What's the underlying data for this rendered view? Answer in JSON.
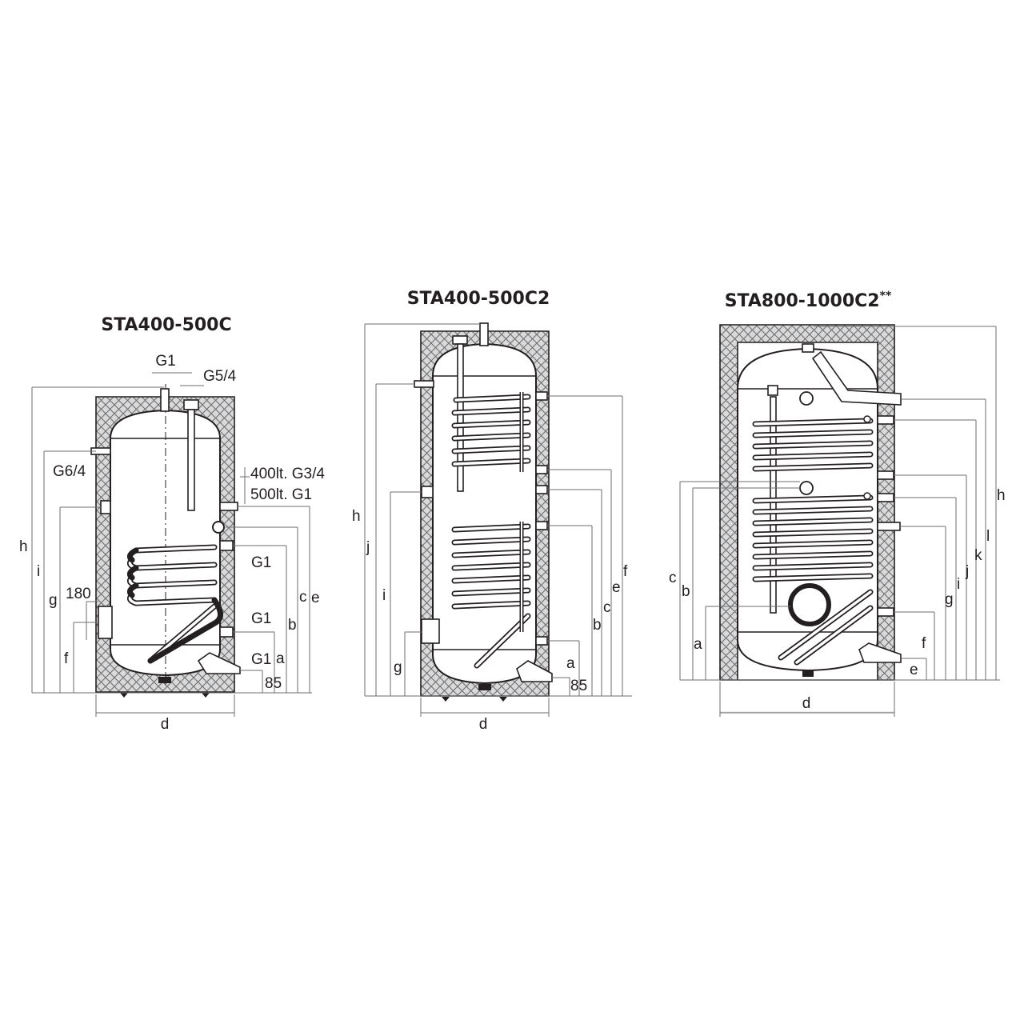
{
  "diagrams": [
    {
      "title": "STA400-500C",
      "labels": {
        "g1_top": "G1",
        "g54": "G5/4",
        "g64": "G6/4",
        "side_line1": "400lt. G3/4",
        "side_line2": "500lt. G1",
        "g1_coil_upper": "G1",
        "g1_coil_mid": "G1",
        "g1_coil_low": "G1",
        "n180": "180",
        "n85": "85",
        "h": "h",
        "i": "i",
        "g": "g",
        "f": "f",
        "a": "a",
        "b": "b",
        "c": "c",
        "e": "e",
        "d": "d"
      }
    },
    {
      "title": "STA400-500C2",
      "labels": {
        "h": "h",
        "j": "j",
        "i": "i",
        "g": "g",
        "a": "a",
        "b": "b",
        "c": "c",
        "e": "e",
        "f": "f",
        "n85": "85",
        "d": "d"
      }
    },
    {
      "title": "STA800-1000C2",
      "title_suffix": "**",
      "labels": {
        "c": "c",
        "b": "b",
        "a": "a",
        "f": "f",
        "e": "e",
        "g": "g",
        "i": "i",
        "j": "j",
        "k": "k",
        "l": "l",
        "h": "h",
        "d": "d"
      }
    }
  ]
}
